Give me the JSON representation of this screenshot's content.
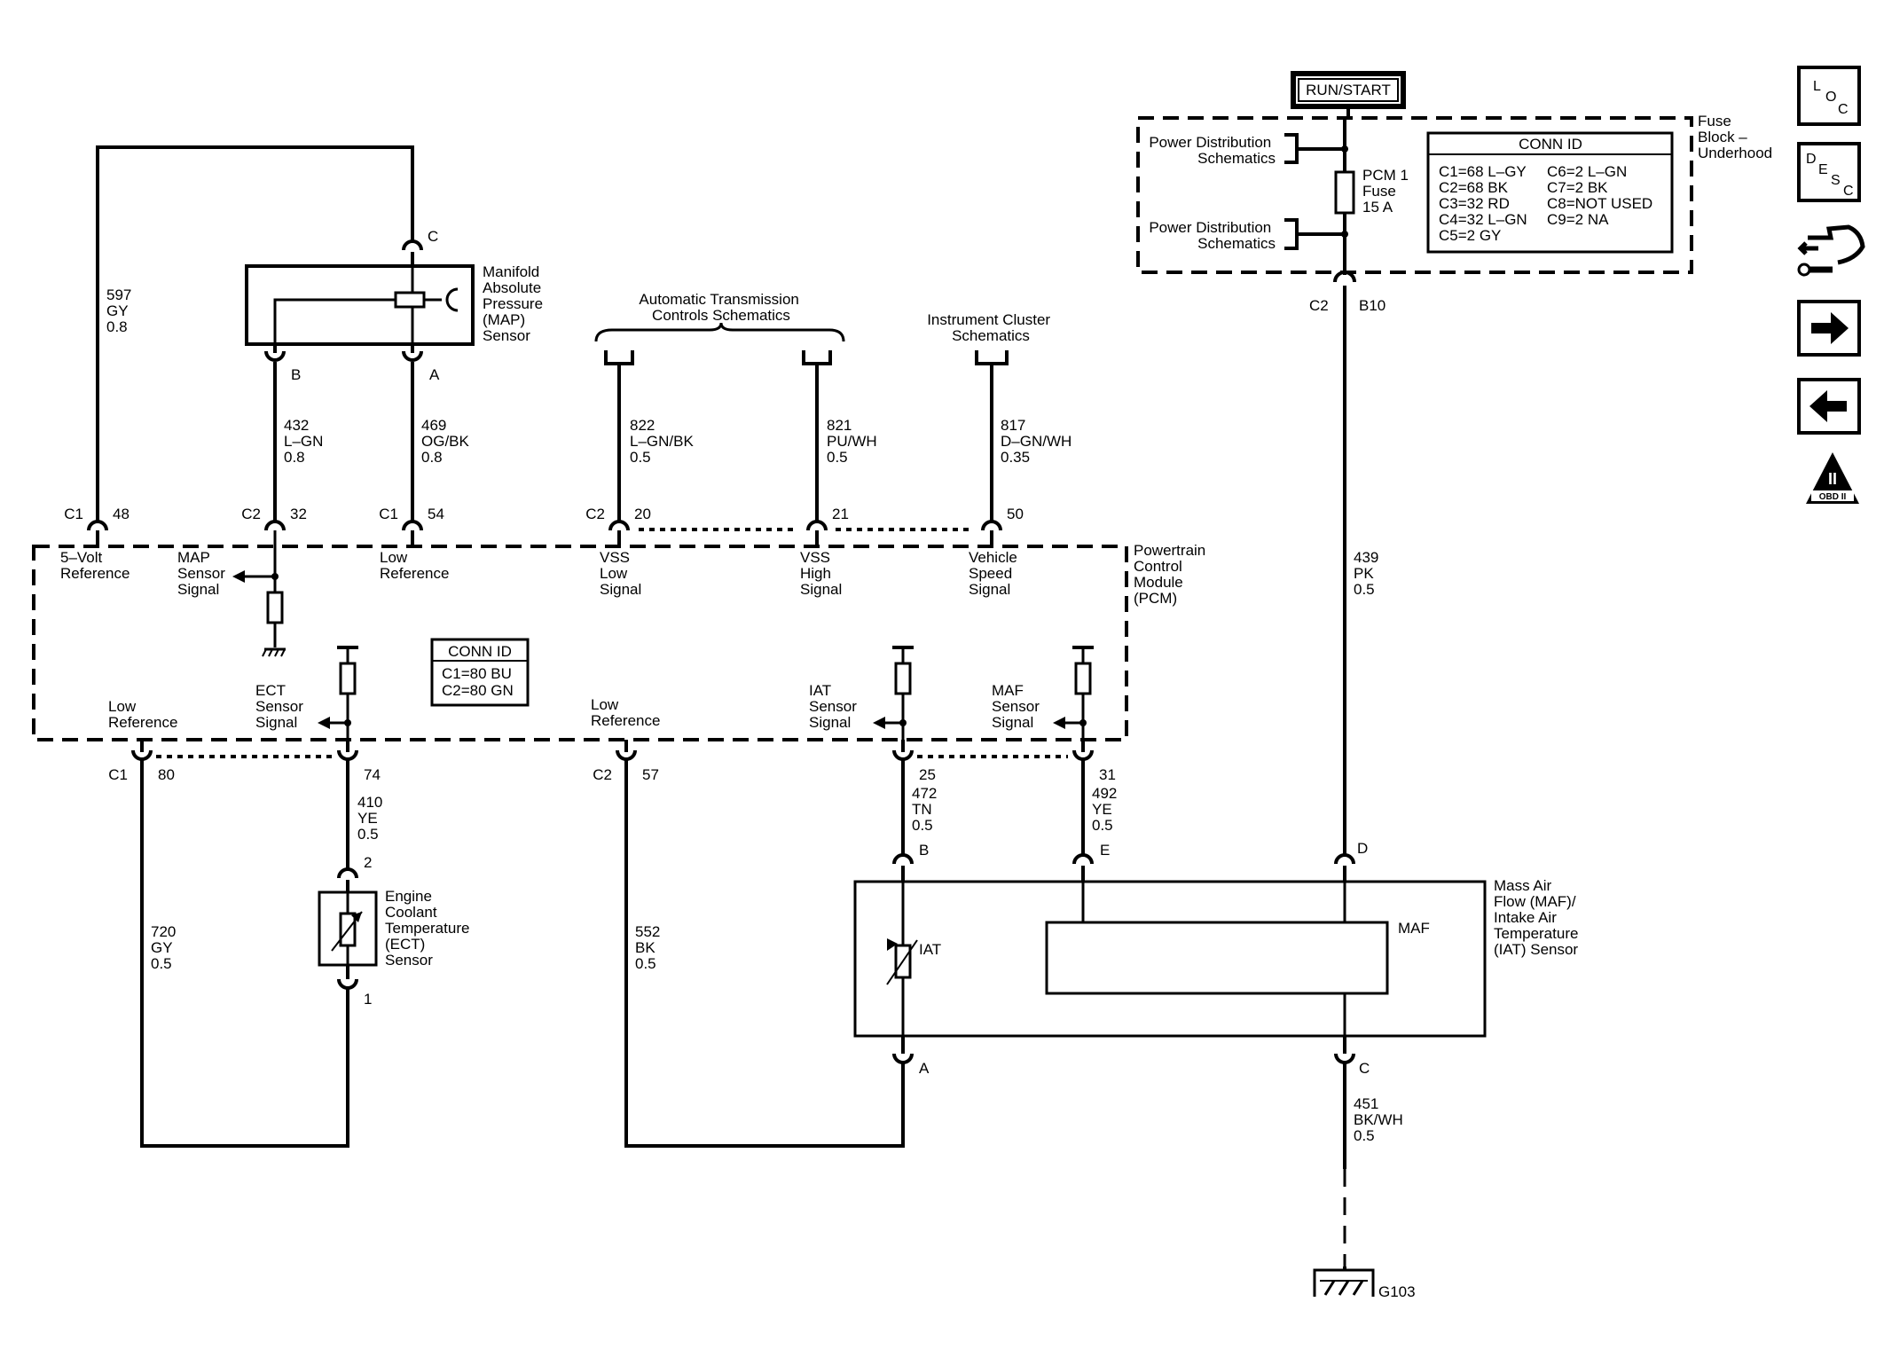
{
  "top_supply": "RUN/START",
  "fuse_block": {
    "title": [
      "Fuse",
      "Block –",
      "Underhood"
    ],
    "pd_ref_1": [
      "Power Distribution",
      "Schematics"
    ],
    "pd_ref_2": [
      "Power Distribution",
      "Schematics"
    ],
    "fuse": [
      "PCM 1",
      "Fuse",
      "15 A"
    ],
    "conn_title": "CONN ID",
    "conn_col1": [
      "C1=68 L–GY",
      "C2=68 BK",
      "C3=32 RD",
      "C4=32 L–GN",
      "C5=2 GY"
    ],
    "conn_col2": [
      "C6=2 L–GN",
      "C7=2 BK",
      "C8=NOT USED",
      "C9=2 NA"
    ],
    "out_conn": "C2",
    "out_pin": "B10"
  },
  "map_sensor": {
    "label": [
      "Manifold",
      "Absolute",
      "Pressure",
      "(MAP)",
      "Sensor"
    ],
    "pin_c": "C",
    "pin_b": "B",
    "pin_a": "A"
  },
  "wires": {
    "w597": [
      "597",
      "GY",
      "0.8"
    ],
    "w432": [
      "432",
      "L–GN",
      "0.8"
    ],
    "w469": [
      "469",
      "OG/BK",
      "0.8"
    ],
    "w822": [
      "822",
      "L–GN/BK",
      "0.5"
    ],
    "w821": [
      "821",
      "PU/WH",
      "0.5"
    ],
    "w817": [
      "817",
      "D–GN/WH",
      "0.35"
    ],
    "w439": [
      "439",
      "PK",
      "0.5"
    ],
    "w410": [
      "410",
      "YE",
      "0.5"
    ],
    "w472": [
      "472",
      "TN",
      "0.5"
    ],
    "w492": [
      "492",
      "YE",
      "0.5"
    ],
    "w720": [
      "720",
      "GY",
      "0.5"
    ],
    "w552": [
      "552",
      "BK",
      "0.5"
    ],
    "w451": [
      "451",
      "BK/WH",
      "0.5"
    ]
  },
  "refs": {
    "atc": [
      "Automatic Transmission",
      "Controls Schematics"
    ],
    "ic": [
      "Instrument Cluster",
      "Schematics"
    ]
  },
  "pcm": {
    "label": [
      "Powertrain",
      "Control",
      "Module",
      "(PCM)"
    ],
    "conn_title": "CONN ID",
    "conn_lines": [
      "C1=80 BU",
      "C2=80 GN"
    ],
    "top_pins": [
      {
        "conn": "C1",
        "pin": "48"
      },
      {
        "conn": "C2",
        "pin": "32"
      },
      {
        "conn": "C1",
        "pin": "54"
      },
      {
        "conn": "C2",
        "pin": "20"
      },
      {
        "conn": "",
        "pin": "21"
      },
      {
        "conn": "",
        "pin": "50"
      }
    ],
    "bottom_pins": [
      {
        "conn": "C1",
        "pin": "80"
      },
      {
        "conn": "",
        "pin": "74"
      },
      {
        "conn": "C2",
        "pin": "57"
      },
      {
        "conn": "",
        "pin": "25"
      },
      {
        "conn": "",
        "pin": "31"
      }
    ],
    "sig_5v": [
      "5–Volt",
      "Reference"
    ],
    "sig_map": [
      "MAP",
      "Sensor",
      "Signal"
    ],
    "sig_lowref_top": [
      "Low",
      "Reference"
    ],
    "sig_vss_low": [
      "VSS",
      "Low",
      "Signal"
    ],
    "sig_vss_high": [
      "VSS",
      "High",
      "Signal"
    ],
    "sig_vspeed": [
      "Vehicle",
      "Speed",
      "Signal"
    ],
    "sig_lowref_1": [
      "Low",
      "Reference"
    ],
    "sig_ect": [
      "ECT",
      "Sensor",
      "Signal"
    ],
    "sig_lowref_2": [
      "Low",
      "Reference"
    ],
    "sig_iat": [
      "IAT",
      "Sensor",
      "Signal"
    ],
    "sig_maf": [
      "MAF",
      "Sensor",
      "Signal"
    ]
  },
  "ect_sensor": {
    "label": [
      "Engine",
      "Coolant",
      "Temperature",
      "(ECT)",
      "Sensor"
    ],
    "pin_top": "2",
    "pin_bottom": "1"
  },
  "maf_sensor": {
    "label": [
      "Mass Air",
      "Flow (MAF)/",
      "Intake Air",
      "Temperature",
      "(IAT) Sensor"
    ],
    "iat": "IAT",
    "maf": "MAF",
    "pin_b": "B",
    "pin_e": "E",
    "pin_d": "D",
    "pin_a": "A",
    "pin_c": "C"
  },
  "ground": "G103",
  "side_nav": {
    "loc": [
      "L",
      "O",
      "C"
    ],
    "desc": [
      "D",
      "E",
      "S",
      "C"
    ],
    "obd": [
      "II",
      "OBD II"
    ]
  }
}
